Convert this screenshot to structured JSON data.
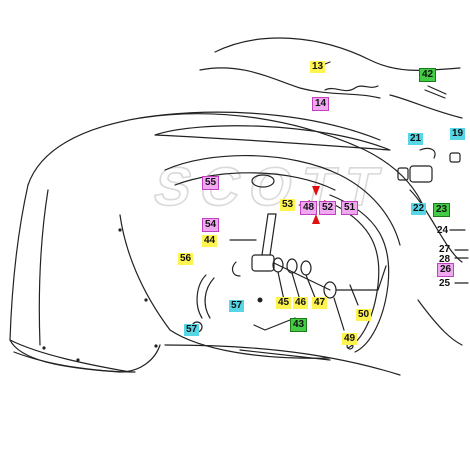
{
  "watermark": "SCOTT",
  "callouts": [
    {
      "id": "13",
      "label": "13",
      "highlight": "yellow"
    },
    {
      "id": "14",
      "label": "14",
      "highlight": "magenta"
    },
    {
      "id": "42",
      "label": "42",
      "highlight": "green"
    },
    {
      "id": "21",
      "label": "21",
      "highlight": "cyan"
    },
    {
      "id": "19",
      "label": "19",
      "highlight": "cyan"
    },
    {
      "id": "55",
      "label": "55",
      "highlight": "magenta"
    },
    {
      "id": "53",
      "label": "53",
      "highlight": "yellow"
    },
    {
      "id": "48",
      "label": "48",
      "highlight": "magenta"
    },
    {
      "id": "52",
      "label": "52",
      "highlight": "magenta"
    },
    {
      "id": "51",
      "label": "51",
      "highlight": "magenta"
    },
    {
      "id": "22",
      "label": "22",
      "highlight": "cyan"
    },
    {
      "id": "23",
      "label": "23",
      "highlight": "green"
    },
    {
      "id": "54",
      "label": "54",
      "highlight": "magenta"
    },
    {
      "id": "24",
      "label": "24",
      "highlight": "none"
    },
    {
      "id": "44",
      "label": "44",
      "highlight": "yellow"
    },
    {
      "id": "27",
      "label": "27",
      "highlight": "none"
    },
    {
      "id": "28",
      "label": "28",
      "highlight": "none"
    },
    {
      "id": "26",
      "label": "26",
      "highlight": "magenta"
    },
    {
      "id": "56",
      "label": "56",
      "highlight": "yellow"
    },
    {
      "id": "25",
      "label": "25",
      "highlight": "none"
    },
    {
      "id": "57a",
      "label": "57",
      "highlight": "cyan"
    },
    {
      "id": "45",
      "label": "45",
      "highlight": "yellow"
    },
    {
      "id": "46",
      "label": "46",
      "highlight": "yellow"
    },
    {
      "id": "47",
      "label": "47",
      "highlight": "yellow"
    },
    {
      "id": "50",
      "label": "50",
      "highlight": "yellow"
    },
    {
      "id": "49",
      "label": "49",
      "highlight": "yellow"
    },
    {
      "id": "43",
      "label": "43",
      "highlight": "green"
    },
    {
      "id": "57b",
      "label": "57",
      "highlight": "cyan"
    }
  ],
  "colors": {
    "line": "#222222",
    "watermark": "#d9d9d9",
    "arrow_red": "#e01010",
    "yellow": "#fff44f",
    "magenta": "#f0a8f0",
    "green": "#44cc44",
    "cyan": "#57d6e6"
  }
}
